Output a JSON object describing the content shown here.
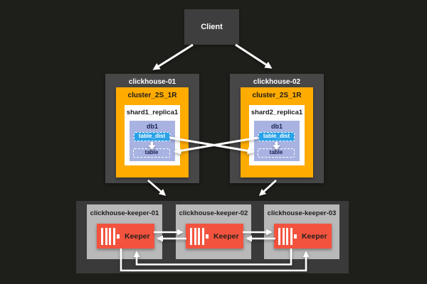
{
  "client": {
    "label": "Client"
  },
  "nodes": [
    {
      "title": "clickhouse-01",
      "cluster": "cluster_2S_1R",
      "shard": "shard1_replica1",
      "database": "db1",
      "table_dist": "table_dist",
      "table": "table"
    },
    {
      "title": "clickhouse-02",
      "cluster": "cluster_2S_1R",
      "shard": "shard2_replica1",
      "database": "db1",
      "table_dist": "table_dist",
      "table": "table"
    }
  ],
  "keepers": [
    {
      "title": "clickhouse-keeper-01",
      "label": "Keeper"
    },
    {
      "title": "clickhouse-keeper-02",
      "label": "Keeper"
    },
    {
      "title": "clickhouse-keeper-03",
      "label": "Keeper"
    }
  ],
  "connections": [
    "client -> clickhouse-01",
    "client -> clickhouse-02",
    "clickhouse-01.table_dist -> clickhouse-01.table",
    "clickhouse-02.table_dist -> clickhouse-02.table",
    "clickhouse-01.table_dist -> clickhouse-02.table",
    "clickhouse-02.table_dist -> clickhouse-01.table",
    "clickhouse-01 -> keepers",
    "clickhouse-02 -> keepers",
    "keeper-01 <-> keeper-02",
    "keeper-02 <-> keeper-03",
    "keeper-01 <-> keeper-03"
  ],
  "colors": {
    "background": "#1e1f1a",
    "client_box": "#3e3e3e",
    "node_box": "#474747",
    "cluster_box": "#ffab00",
    "shard_box": "#ffffff",
    "database_box": "#a9b3e2",
    "table_dist_box": "#2aa2e8",
    "keeper_container": "#3a3a3a",
    "keeper_box": "#b9b9b9",
    "keeper_accent": "#f3533e",
    "arrow": "#ffffff"
  }
}
